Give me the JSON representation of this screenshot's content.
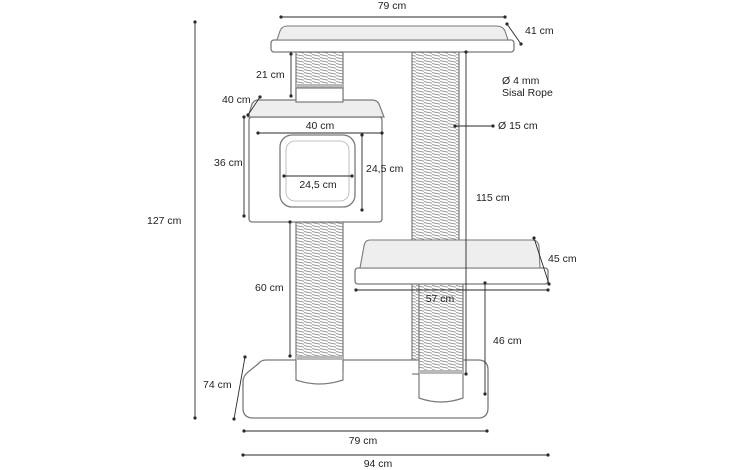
{
  "dimensions": {
    "top_width": "79 cm",
    "top_depth": "41 cm",
    "upper_post_height": "21 cm",
    "sisal_rope": [
      "Ø 4 mm",
      "Sisal Rope"
    ],
    "post_diameter": "Ø 15 cm",
    "cave_depth": "40 cm",
    "cave_width": "40 cm",
    "cave_height": "36 cm",
    "opening_height": "24,5 cm",
    "opening_width": "24,5 cm",
    "tall_post_height": "115 cm",
    "total_height": "127 cm",
    "platform_depth": "45 cm",
    "platform_width": "57 cm",
    "lower_post_height": "60 cm",
    "platform_post_height": "46 cm",
    "base_depth": "74 cm",
    "base_width": "79 cm",
    "overall_width": "94 cm"
  }
}
